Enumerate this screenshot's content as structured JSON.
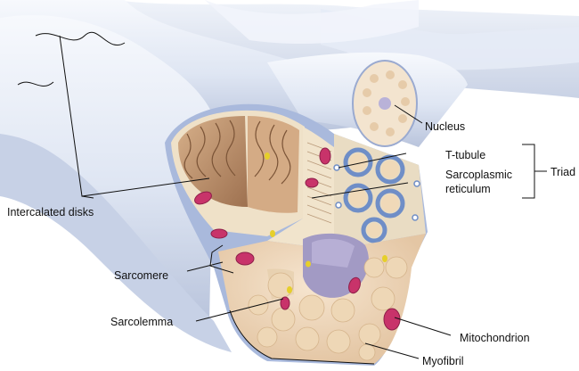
{
  "labels": {
    "nucleus": "Nucleus",
    "t_tubule": "T-tubule",
    "sarcoplasmic_line1": "Sarcoplasmic",
    "sarcoplasmic_line2": "reticulum",
    "triad": "Triad",
    "intercalated_disks": "Intercalated disks",
    "sarcomere": "Sarcomere",
    "sarcolemma": "Sarcolemma",
    "mitochondrion": "Mitochondrion",
    "myofibril": "Myofibril"
  },
  "colors": {
    "fiber_light": "#eef2fa",
    "fiber_mid": "#d3dcee",
    "fiber_shadow": "#b7c2db",
    "membrane_blue": "#8fa4cf",
    "cytoplasm": "#f5ecd8",
    "myofibril": "#ecd3b8",
    "disk_brown": "#b98a64",
    "mitochondrion": "#c8336a",
    "sr_network": "#6f8ec7",
    "nucleus": "#a29ac4",
    "lipid": "#e6cf2a"
  }
}
